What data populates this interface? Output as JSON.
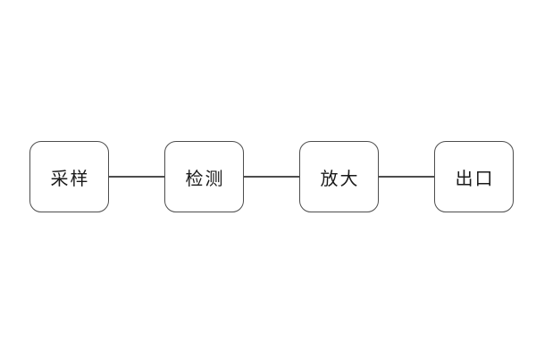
{
  "diagram": {
    "type": "flowchart",
    "direction": "horizontal",
    "nodes": [
      {
        "id": "node-1",
        "label": "采样"
      },
      {
        "id": "node-2",
        "label": "检测"
      },
      {
        "id": "node-3",
        "label": "放大"
      },
      {
        "id": "node-4",
        "label": "出口"
      }
    ],
    "connections": [
      {
        "from": "采样",
        "to": "检测"
      },
      {
        "from": "检测",
        "to": "放大"
      },
      {
        "from": "放大",
        "to": "出口"
      }
    ],
    "colors": {
      "background": "#ffffff",
      "node_fill": "#ffffff",
      "node_border": "#4d4d4d",
      "connector": "#4d4d4d",
      "text": "#1a1a1a"
    }
  }
}
